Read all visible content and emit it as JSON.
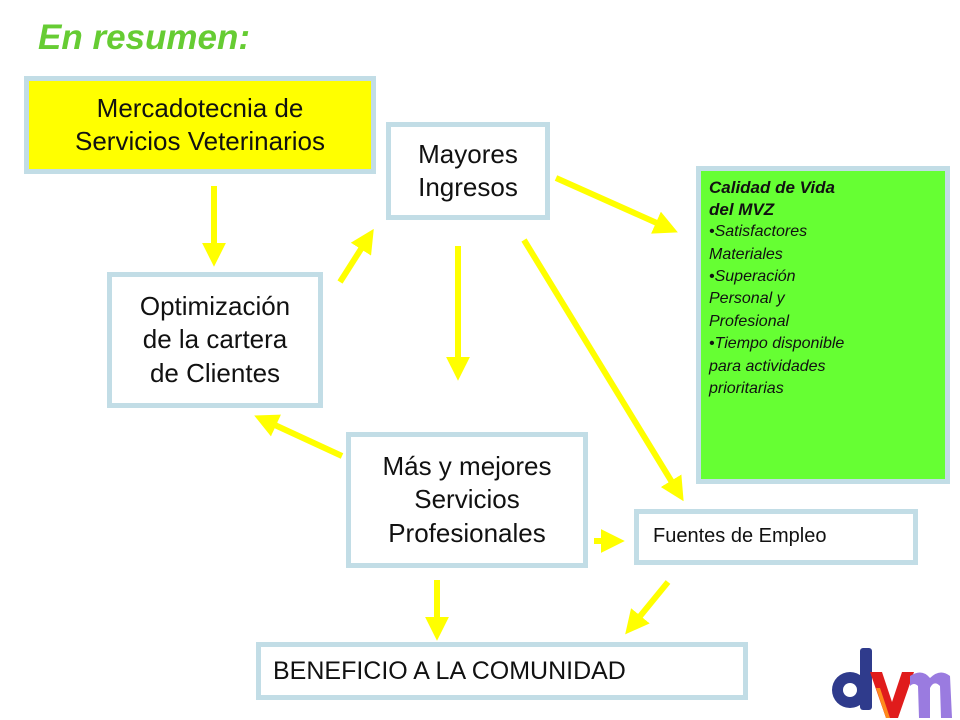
{
  "title": "En resumen:",
  "boxes": {
    "mercadotecnia": "Mercadotecnia de\nServicios Veterinarios",
    "mayores_ingresos": "Mayores\nIngresos",
    "optimizacion": "Optimización\nde la cartera\nde Clientes",
    "mas_mejores": "Más y mejores\nServicios\nProfesionales",
    "fuentes_empleo": "Fuentes de Empleo",
    "beneficio": "BENEFICIO A LA COMUNIDAD"
  },
  "calidad": {
    "title": "Calidad de Vida\ndel MVZ",
    "items": [
      "•Satisfactores\nMateriales",
      "•Superación\nPersonal y\nProfesional",
      "•Tiempo disponible\npara actividades\nprioritarias"
    ]
  },
  "colors": {
    "title": "#66cc33",
    "highlight_box": "#ffff00",
    "green_box": "#66ff33",
    "border": "#c2dde6",
    "arrow": "#ffff00"
  },
  "logo": {
    "icon": "dvm-logo"
  }
}
